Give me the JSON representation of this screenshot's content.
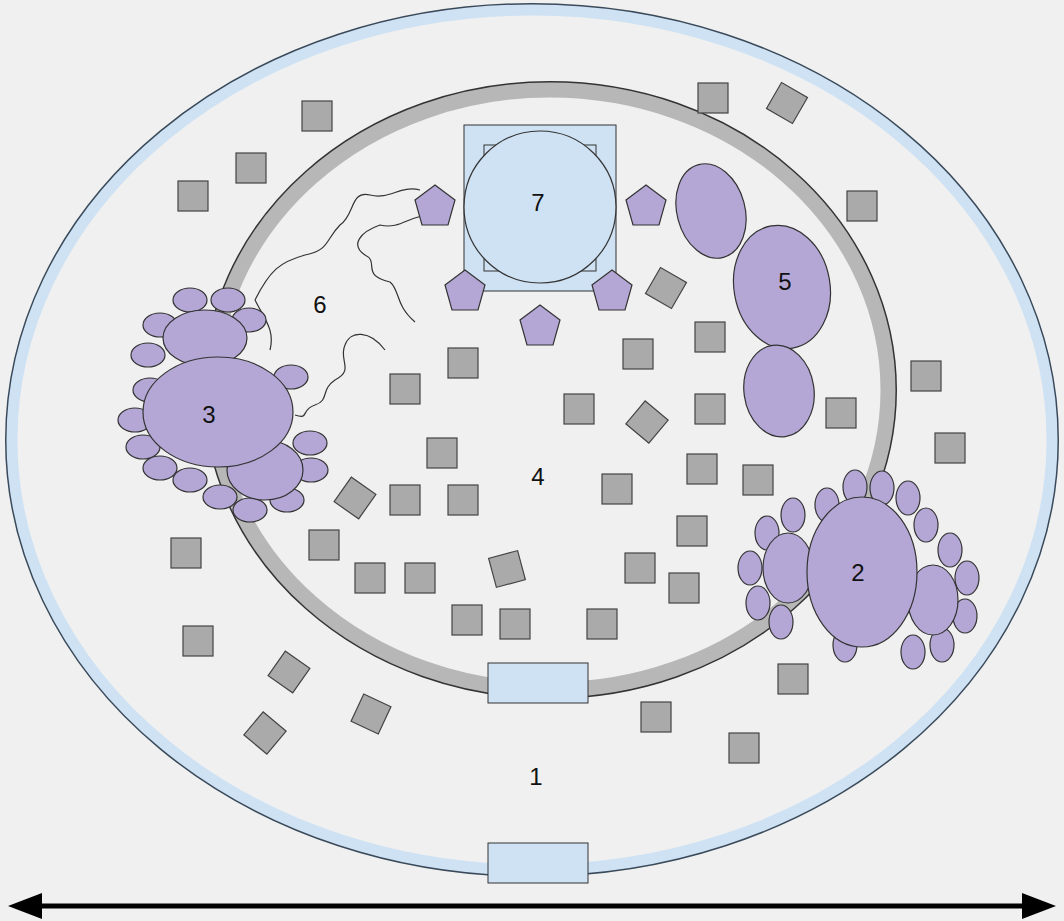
{
  "diagram": {
    "labels": [
      "7",
      "5",
      "6",
      "3",
      "4",
      "2",
      "1"
    ]
  }
}
